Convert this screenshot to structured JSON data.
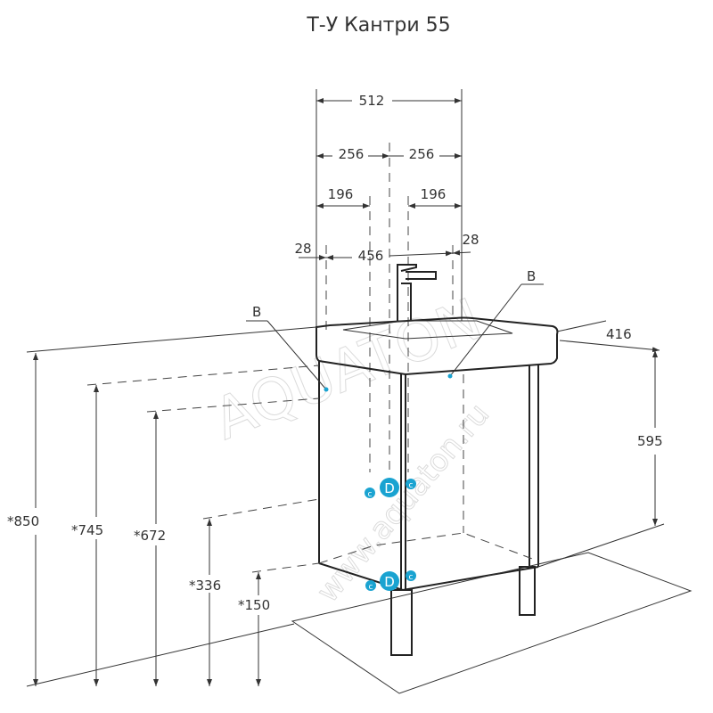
{
  "title": "Т-У Кантри 55",
  "watermark": {
    "brand": "AQUATON",
    "site": "www.aquaton.ru"
  },
  "dimensions": {
    "width_total": "512",
    "half_left": "256",
    "half_right": "256",
    "offset_left": "196",
    "offset_right": "196",
    "edge_left": "28",
    "inner_width": "456",
    "edge_right": "28",
    "depth": "416",
    "cabinet_height": "595",
    "h850": "*850",
    "h745": "*745",
    "h672": "*672",
    "h336": "*336",
    "h150": "*150"
  },
  "callouts": {
    "left": "B",
    "right": "B"
  },
  "connections": {
    "drain": "D",
    "cold": "c",
    "hot": "c"
  },
  "colors": {
    "connection": "#1aa3d1"
  }
}
